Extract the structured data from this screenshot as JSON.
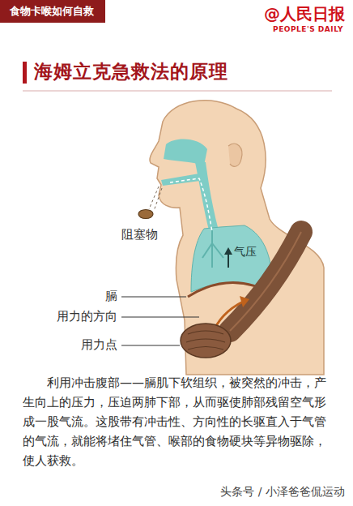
{
  "diagram": {
    "title": "海姆立克急救法的原理",
    "caption": "利用冲击腹部——膈肌下软组织，被突然的冲击，产生向上的压力，压迫两肺下部，从而驱使肺部残留空气形成一股气流。这股带有冲击性、方向性的长驱直入于气管的气流，就能将堵住气管、喉部的食物硬块等异物驱除，使人获救。",
    "nodes": [
      {
        "text": [
          "食物卡喉如何自救"
        ]
      }
    ],
    "labels": [
      "@人民日报",
      "PEOPLE'S DAILY",
      "阻塞物",
      "气压",
      "膈",
      "用力的方向",
      "用力点",
      "头条号 / 小泽爸爸侃运动"
    ]
  }
}
